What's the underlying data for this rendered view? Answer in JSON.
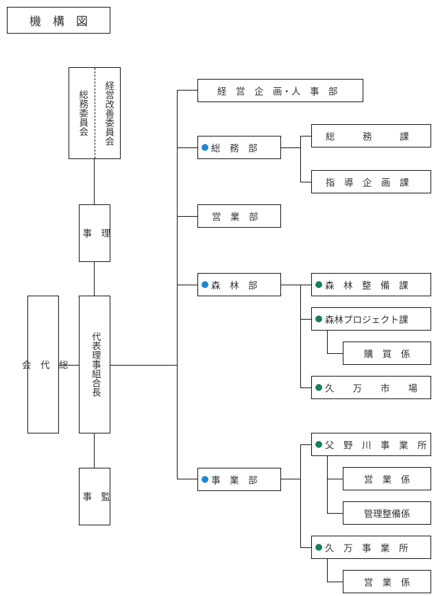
{
  "title": "機　構　図",
  "colors": {
    "dept_dot": "#1f88d2",
    "section_dot": "#1a7f5a"
  },
  "left": {
    "committee_general": "総務委員会",
    "committee_management": "経営改善委員会",
    "directors": "理\n\n事",
    "general_assembly": "総\n\n代\n\n会",
    "president": "代表理事組合長",
    "auditors": "監\n\n事"
  },
  "departments": [
    {
      "label": "経　営　企　画・人　事　部",
      "dot": false
    },
    {
      "label": "総　務　部",
      "dot": true
    },
    {
      "label": "営　業　部",
      "dot": false
    },
    {
      "label": "森　林　部",
      "dot": true
    },
    {
      "label": "事　業　部",
      "dot": true
    }
  ],
  "sections": {
    "general_affairs": "総　　　務　　　課",
    "guidance_planning": "指　導　企　画　課",
    "forest_maintenance": "森　林　整　備　課",
    "forest_project": "森林プロジェクト課",
    "purchasing": "購　買　係",
    "kuman_market": "久　　万　　市　　場",
    "chichinokawa_office": "父　野　川　事　業　所",
    "chichinokawa_sales": "営　業　係",
    "chichinokawa_maintenance": "管理整備係",
    "kuman_office": "久　万　事　業　所",
    "kuman_sales": "営　業　係"
  }
}
